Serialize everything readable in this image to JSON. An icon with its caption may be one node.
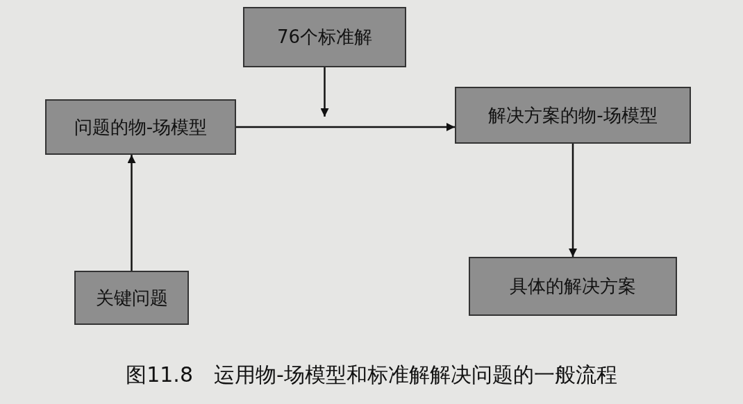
{
  "diagram": {
    "caption": "图11.8　运用物-场模型和标准解解决问题的一般流程",
    "nodes": [
      {
        "text": [
          "76个标准解"
        ]
      },
      {
        "text": [
          "问题的物-场模型"
        ]
      },
      {
        "text": [
          "解决方案的物-场模型"
        ]
      },
      {
        "text": [
          "关键问题"
        ]
      },
      {
        "text": [
          "具体的解决方案"
        ]
      }
    ],
    "edges": [
      {
        "from": 0,
        "to": null,
        "arrow": "to"
      },
      {
        "from": 1,
        "to": 2,
        "arrow": "to"
      },
      {
        "from": 2,
        "to": 4,
        "arrow": "to"
      },
      {
        "from": 3,
        "to": 1,
        "arrow": "to"
      }
    ]
  }
}
